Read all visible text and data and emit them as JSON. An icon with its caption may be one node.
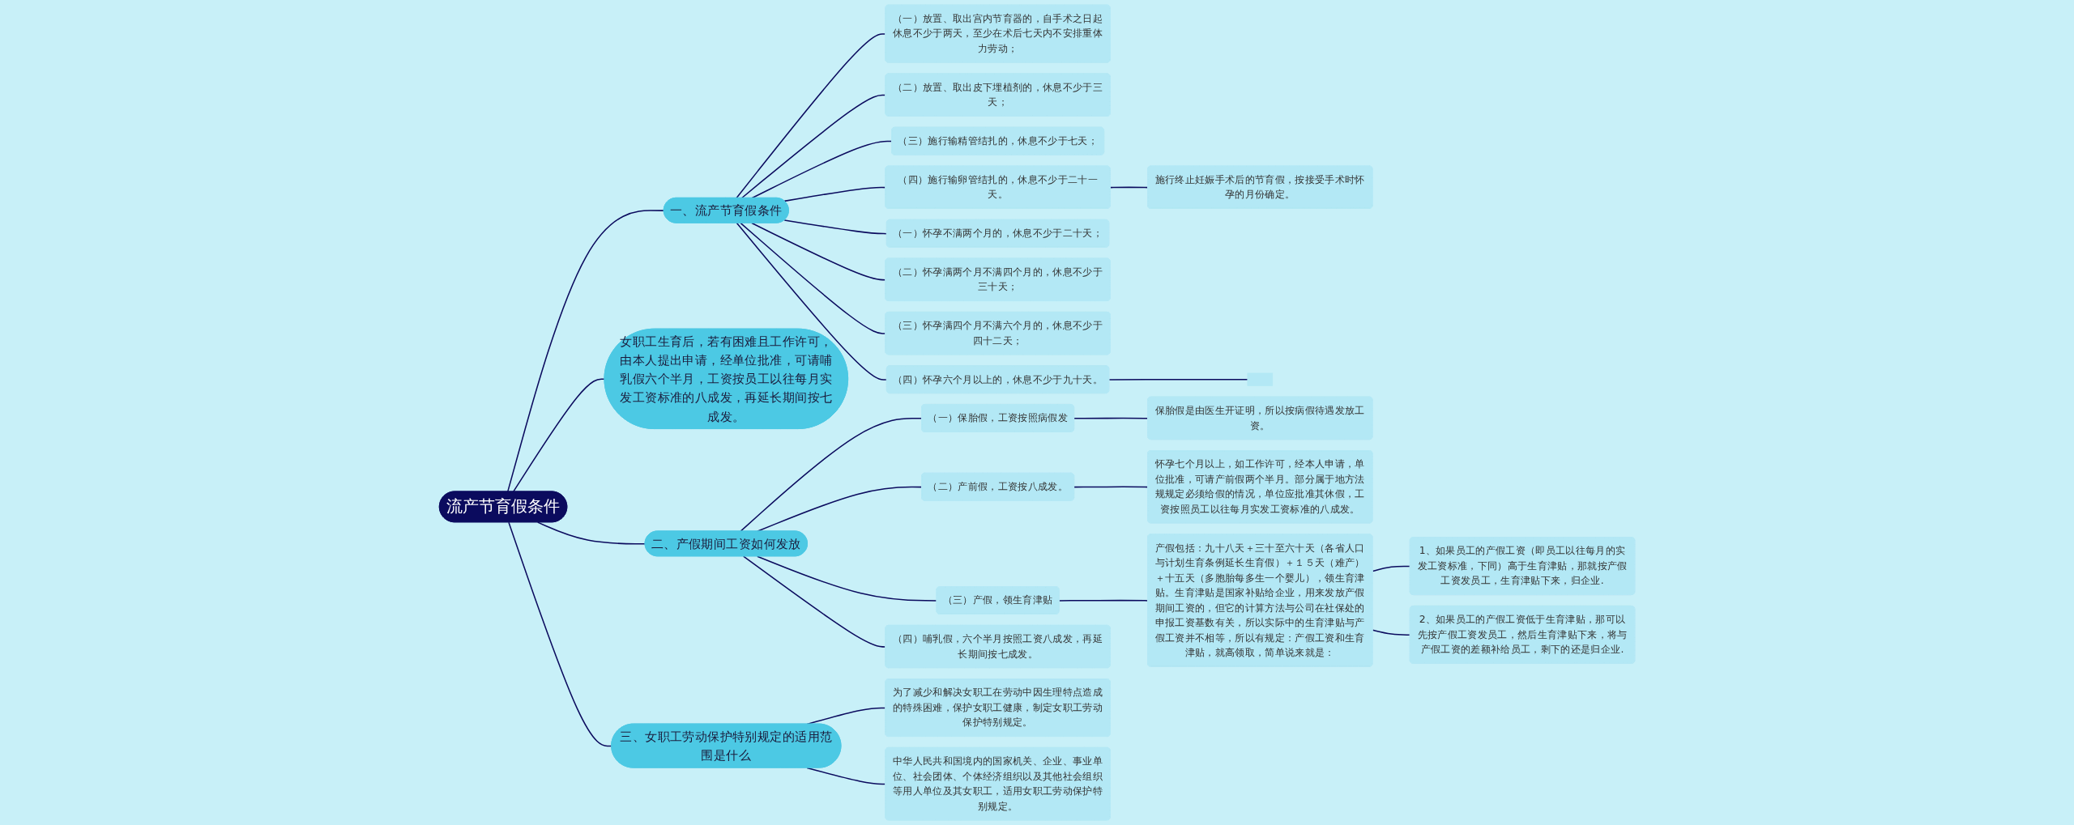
{
  "diagram": {
    "nodes": [
      {
        "text": [
          "流产节育假条件"
        ]
      },
      {
        "text": [
          "一、流产节育假条件"
        ]
      },
      {
        "text": [
          "（一）放置、取出宫内节育器的，自手术之日起休息不少于两天，至少在术后七天内不安排重体力劳动；"
        ]
      },
      {
        "text": [
          "（二）放置、取出皮下埋植剂的，休息不少于三天；"
        ]
      },
      {
        "text": [
          "（三）施行输精管结扎的，休息不少于七天；"
        ]
      },
      {
        "text": [
          "（四）施行输卵管结扎的，休息不少于二十一天。"
        ]
      },
      {
        "text": [
          "施行终止妊娠手术后的节育假，按接受手术时怀孕的月份确定。"
        ]
      },
      {
        "text": [
          "（一）怀孕不满两个月的，休息不少于二十天；"
        ]
      },
      {
        "text": [
          "（二）怀孕满两个月不满四个月的，休息不少于三十天；"
        ]
      },
      {
        "text": [
          "（三）怀孕满四个月不满六个月的，休息不少于四十二天；"
        ]
      },
      {
        "text": [
          "（四）怀孕六个月以上的，休息不少于九十天。"
        ]
      },
      {
        "text": [],
        "shape": "box"
      },
      {
        "text": [
          "女职工生育后，若有困难且工作许可，由本人提出申请，经单位批准，可请哺乳假六个半月，工资按员工以往每月实发工资标准的八成发，再延长期间按七成发。"
        ]
      },
      {
        "text": [
          "二、产假期间工资如何发放"
        ]
      },
      {
        "text": [
          "（一）保胎假，工资按照病假发"
        ]
      },
      {
        "text": [
          "保胎假是由医生开证明，所以按病假待遇发放工资。"
        ]
      },
      {
        "text": [
          "（二）产前假，工资按八成发。"
        ]
      },
      {
        "text": [
          "怀孕七个月以上，如工作许可，经本人申请，单位批准，可请产前假两个半月。部分属于地方法规规定必须给假的情况，单位应批准其休假，工资按照员工以往每月实发工资标准的八成发。"
        ]
      },
      {
        "text": [
          "（三）产假，领生育津贴"
        ]
      },
      {
        "text": [
          "产假包括：九十八天＋三十至六十天（各省人口与计划生育条例延长生育假）＋１５天（难产）＋十五天（多胞胎每多生一个婴儿），领生育津贴。生育津贴是国家补贴给企业，用来发放产假期间工资的，但它的计算方法与公司在社保处的申报工资基数有关，所以实际中的生育津贴与产假工资并不相等，所以有规定：产假工资和生育津贴，就高领取，简单说来就是："
        ]
      },
      {
        "text": [
          "1、如果员工的产假工资（即员工以往每月的实发工资标准，下同）高于生育津贴，那就按产假工资发员工，生育津贴下来，归企业."
        ]
      },
      {
        "text": [
          "2、如果员工的产假工资低于生育津贴，那可以先按产假工资发员工，然后生育津贴下来，将与产假工资的差额补给员工，剩下的还是归企业."
        ]
      },
      {
        "text": [
          "（四）哺乳假，六个半月按照工资八成发，再延长期间按七成发。"
        ]
      },
      {
        "text": [
          "三、女职工劳动保护特别规定的适用范围是什么"
        ]
      },
      {
        "text": [
          "为了减少和解决女职工在劳动中因生理特点造成的特殊困难，保护女职工健康，制定女职工劳动保护特别规定。"
        ]
      },
      {
        "text": [
          "中华人民共和国境内的国家机关、企业、事业单位、社会团体、个体经济组织以及其他社会组织等用人单位及其女职工，适用女职工劳动保护特别规定。"
        ]
      }
    ],
    "edges": [
      {
        "from": 0,
        "to": 1,
        "arrow": "none"
      },
      {
        "from": 1,
        "to": 2,
        "arrow": "none"
      },
      {
        "from": 1,
        "to": 3,
        "arrow": "none"
      },
      {
        "from": 1,
        "to": 4,
        "arrow": "none"
      },
      {
        "from": 1,
        "to": 5,
        "arrow": "none"
      },
      {
        "from": 5,
        "to": 6,
        "arrow": "none"
      },
      {
        "from": 1,
        "to": 7,
        "arrow": "none"
      },
      {
        "from": 1,
        "to": 8,
        "arrow": "none"
      },
      {
        "from": 1,
        "to": 9,
        "arrow": "none"
      },
      {
        "from": 1,
        "to": 10,
        "arrow": "none"
      },
      {
        "from": 10,
        "to": 11,
        "arrow": "none"
      },
      {
        "from": 0,
        "to": 12,
        "arrow": "none"
      },
      {
        "from": 0,
        "to": 13,
        "arrow": "none"
      },
      {
        "from": 13,
        "to": 14,
        "arrow": "none"
      },
      {
        "from": 14,
        "to": 15,
        "arrow": "none"
      },
      {
        "from": 13,
        "to": 16,
        "arrow": "none"
      },
      {
        "from": 16,
        "to": 17,
        "arrow": "none"
      },
      {
        "from": 13,
        "to": 18,
        "arrow": "none"
      },
      {
        "from": 18,
        "to": 19,
        "arrow": "none"
      },
      {
        "from": 19,
        "to": 20,
        "arrow": "none"
      },
      {
        "from": 19,
        "to": 21,
        "arrow": "none"
      },
      {
        "from": 13,
        "to": 22,
        "arrow": "none"
      },
      {
        "from": 0,
        "to": 23,
        "arrow": "none"
      },
      {
        "from": 23,
        "to": 24,
        "arrow": "none"
      },
      {
        "from": 23,
        "to": 25,
        "arrow": "none"
      }
    ]
  }
}
